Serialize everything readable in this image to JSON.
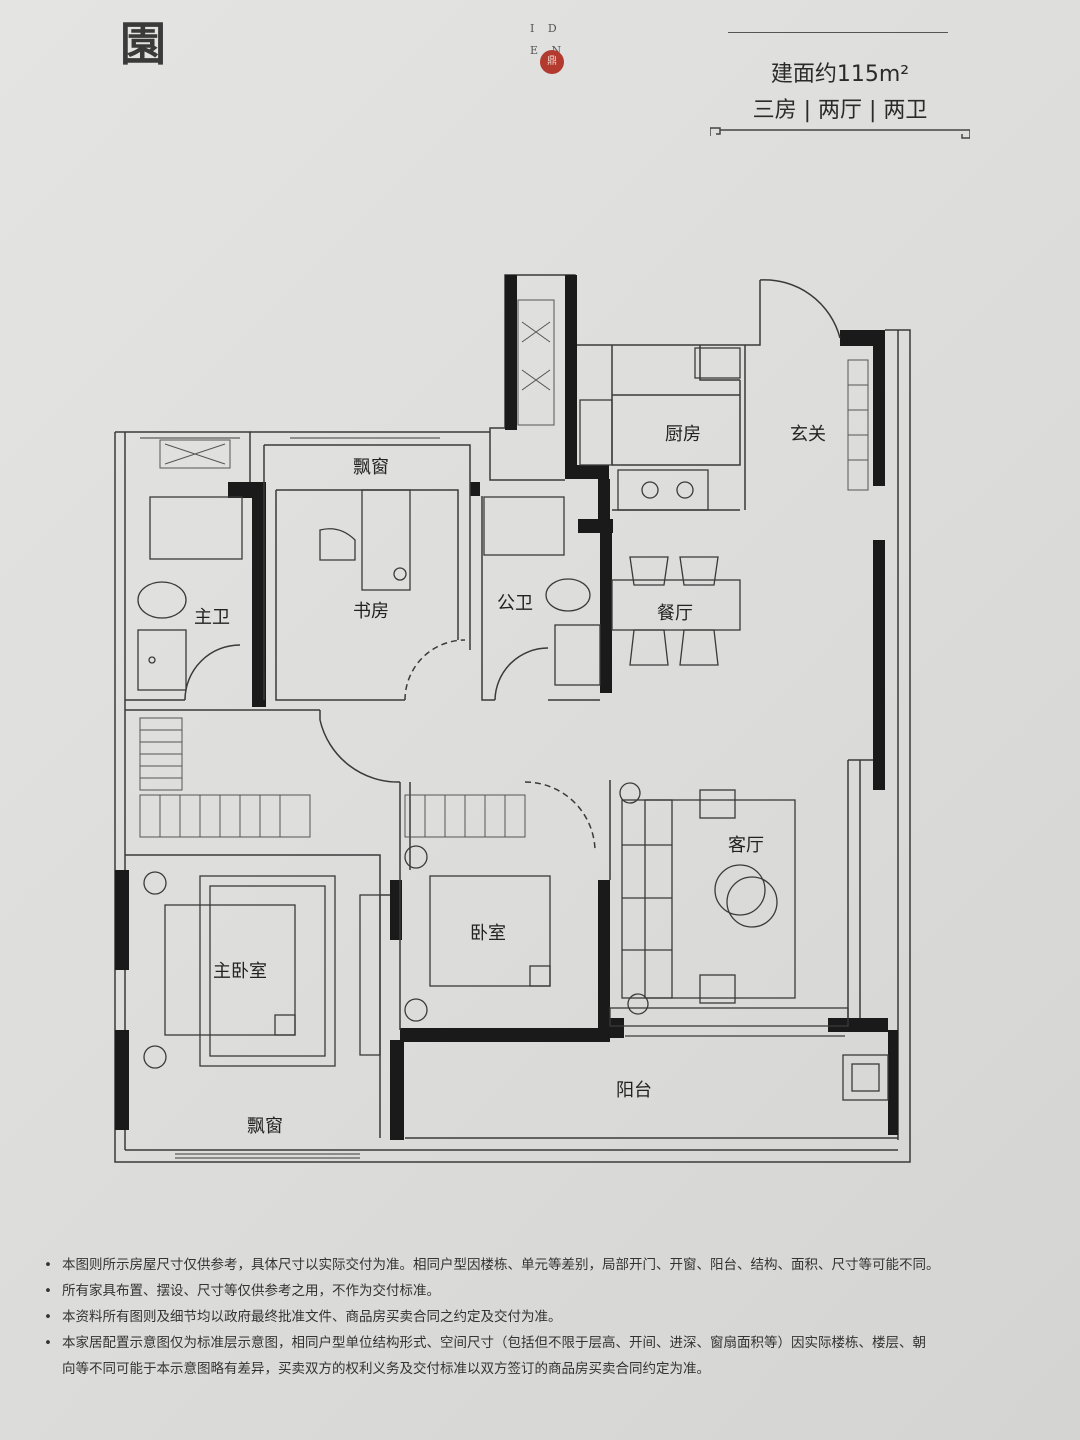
{
  "brand": {
    "char": "園",
    "letters": [
      "I D",
      "E N"
    ],
    "seal": "鼎"
  },
  "header": {
    "area_prefix": "建面约",
    "area_value": "115m²",
    "layout": "三房 | 两厅 | 两卫"
  },
  "rooms": {
    "kitchen": "厨房",
    "entrance": "玄关",
    "bay_window_top": "飘窗",
    "study": "书房",
    "master_bath": "主卫",
    "public_bath": "公卫",
    "dining": "餐厅",
    "living": "客厅",
    "bedroom": "卧室",
    "master_bedroom": "主卧室",
    "balcony": "阳台",
    "bay_window_bottom": "飘窗"
  },
  "notes": [
    "本图则所示房屋尺寸仅供参考，具体尺寸以实际交付为准。相同户型因楼栋、单元等差别，局部开门、开窗、阳台、结构、面积、尺寸等可能不同。",
    "所有家具布置、摆设、尺寸等仅供参考之用，不作为交付标准。",
    "本资料所有图则及细节均以政府最终批准文件、商品房买卖合同之约定及交付为准。",
    "本家居配置示意图仅为标准层示意图，相同户型单位结构形式、空间尺寸（包括但不限于层高、开间、进深、窗扇面积等）因实际楼栋、楼层、朝"
  ],
  "note_continuation": "向等不同可能于本示意图略有差异，买卖双方的权利义务及交付标准以双方签订的商品房买卖合同约定为准。",
  "note_bullet": "•",
  "colors": {
    "wall": "#1a1a1a",
    "line": "#3a3a3a",
    "seal": "#b23a2e"
  }
}
